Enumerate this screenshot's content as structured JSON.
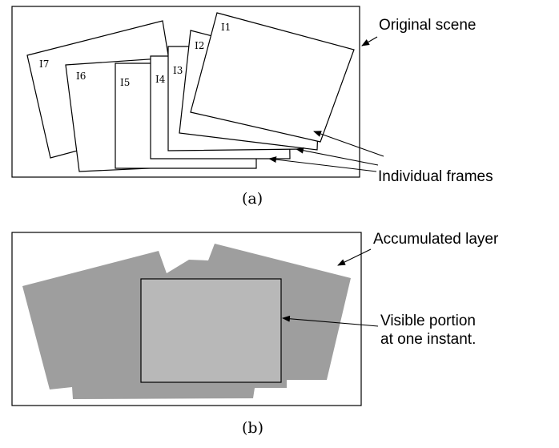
{
  "panel_a": {
    "callout_original_scene": "Original scene",
    "callout_individual_frames": "Individual frames",
    "frame_labels": [
      "I1",
      "I2",
      "I3",
      "I4",
      "I5",
      "I6",
      "I7"
    ],
    "caption": "(a)"
  },
  "panel_b": {
    "callout_accumulated_layer": "Accumulated layer",
    "callout_visible_line1": "Visible portion",
    "callout_visible_line2": "at one instant.",
    "caption": "(b)"
  },
  "colors": {
    "line": "#000000",
    "accumulated_fill": "#9e9e9e",
    "visible_fill": "#b8b8b8"
  }
}
